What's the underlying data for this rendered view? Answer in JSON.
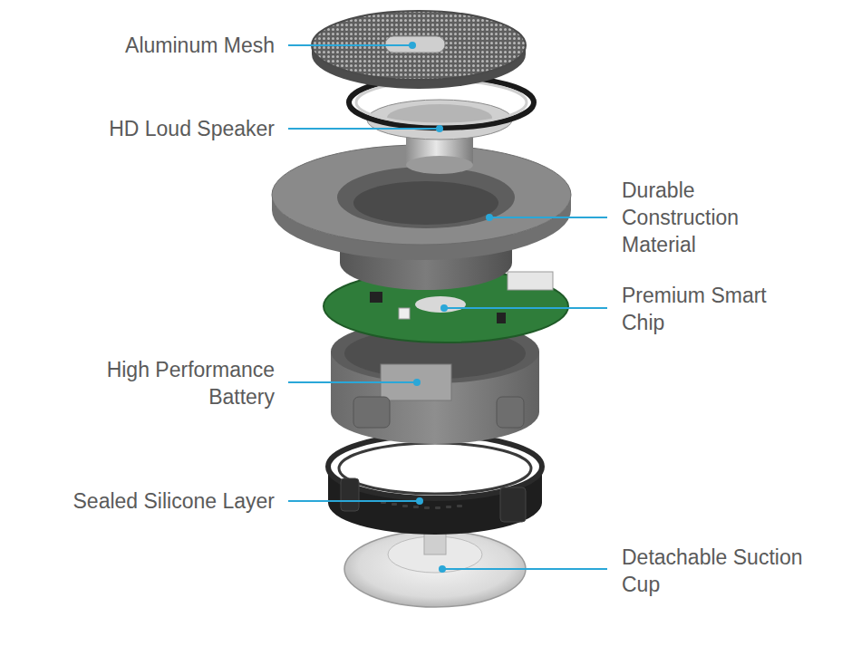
{
  "diagram": {
    "labels": [
      "Aluminum Mesh",
      "HD Loud Speaker",
      "Durable Construction Material",
      "Premium Smart Chip",
      "High Performance Battery",
      "Sealed Silicone Layer",
      "Detachable Suction Cup"
    ]
  }
}
